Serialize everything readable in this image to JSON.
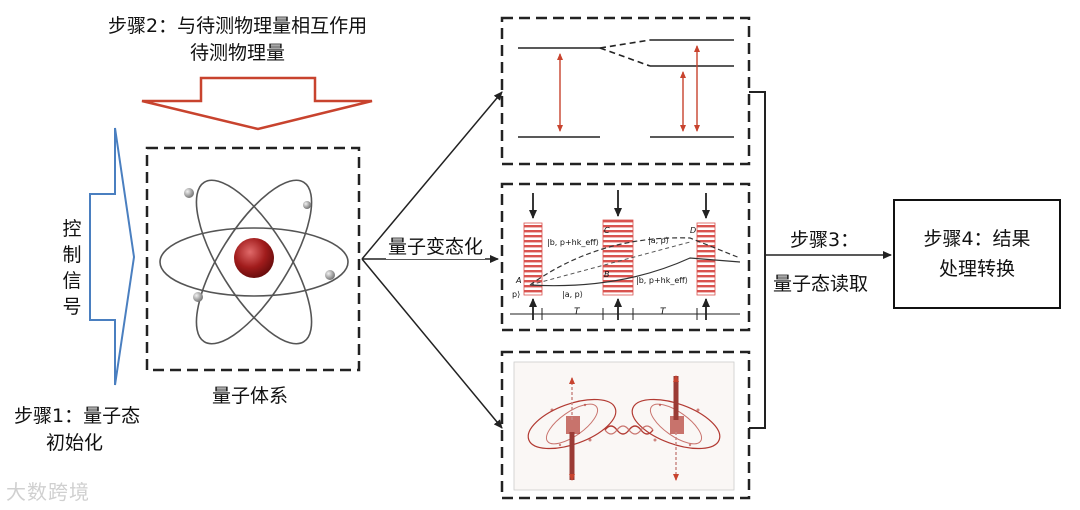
{
  "step2": {
    "line1": "步骤2：与待测物理量相互作用",
    "line2": "待测物理量"
  },
  "control_signal": [
    "控",
    "制",
    "信",
    "号"
  ],
  "quantum_system_label": "量子体系",
  "step1": {
    "line1": "步骤1：量子态",
    "line2": "初始化"
  },
  "quantum_state_change_label": "量子变态化",
  "step3": {
    "line1": "步骤3：",
    "line2": "量子态读取"
  },
  "step4": {
    "line1": "步骤4：结果",
    "line2": "处理转换"
  },
  "panel2_formulas": {
    "f1": "|b, p+hk_eff⟩",
    "f2": "|a, p⟩",
    "f3": "|a, p⟩",
    "f4": "|b, p+hk_eff⟩",
    "f5": "p⟩",
    "pA": "A",
    "pB": "B",
    "pC": "C",
    "pD": "D",
    "t1": "T",
    "t2": "T"
  },
  "watermark": "大数跨境",
  "colors": {
    "red_arrow": "#c8432e",
    "blue_arrow": "#4a7fc0",
    "nucleus": "#a11c1c",
    "stroke": "#222222"
  }
}
